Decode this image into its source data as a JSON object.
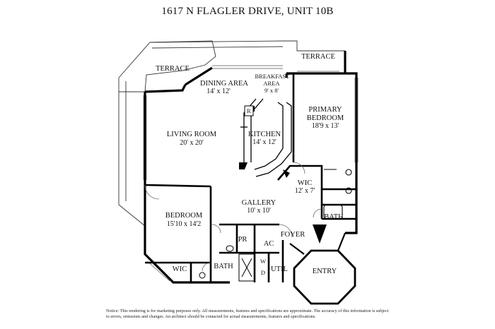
{
  "title": "1617 N FLAGLER DRIVE, UNIT 10B",
  "rooms": {
    "terrace_left": {
      "name": "TERRACE"
    },
    "terrace_right": {
      "name": "TERRACE"
    },
    "dining": {
      "name": "DINING AREA",
      "dim": "14' x 12'"
    },
    "breakfast": {
      "name1": "BREAKFAST",
      "name2": "AREA",
      "dim": "9' x 8'"
    },
    "primary_bedroom": {
      "name1": "PRIMARY",
      "name2": "BEDROOM",
      "dim": "18'9 x 13'"
    },
    "living": {
      "name": "LIVING ROOM",
      "dim": "20' x 20'"
    },
    "kitchen": {
      "name": "KITCHEN",
      "dim": "14' x 12'",
      "fridge": "R"
    },
    "wic_primary": {
      "name": "WIC",
      "dim": "12' x 7'"
    },
    "gallery": {
      "name": "GALLERY",
      "dim": "10' x 10'"
    },
    "bath_primary": {
      "name": "BATH"
    },
    "bedroom": {
      "name": "BEDROOM",
      "dim": "15'10 x 14'2"
    },
    "foyer": {
      "name": "FOYER"
    },
    "pr": {
      "name": "PR"
    },
    "ac": {
      "name": "AC"
    },
    "wic_bedroom": {
      "name": "WIC"
    },
    "bath_bedroom": {
      "name": "BATH"
    },
    "washer": {
      "name": "W"
    },
    "dryer": {
      "name": "D"
    },
    "util": {
      "name": "UTIL"
    },
    "entry": {
      "name": "ENTRY"
    }
  },
  "notice": "Notice: This rendering is for marketing purposes only. All measurements, features and specifications are approximate. The accuracy of this information is subject to errors, omissions and changes. An architect should be contacted for actual measurements, features and specifications."
}
